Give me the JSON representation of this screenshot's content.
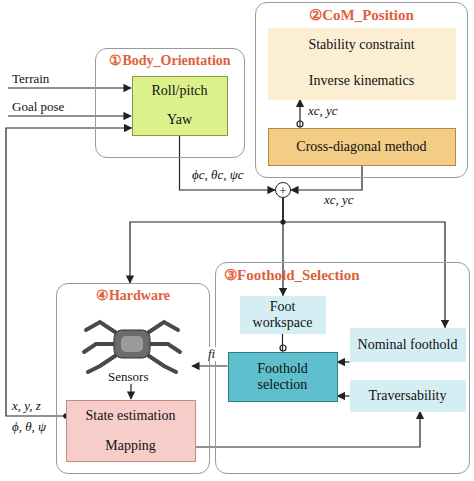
{
  "diagram": {
    "nodes": [
      {
        "text": [
          "②CoM_Position"
        ]
      },
      {
        "text": [
          "Stability constraint"
        ],
        "in": 0
      },
      {
        "text": [
          "Inverse kinematics"
        ],
        "in": 0
      },
      {
        "text": [
          "Cross-diagonal method"
        ],
        "in": 0
      },
      {
        "text": [
          "①Body_Orientation"
        ]
      },
      {
        "text": [
          "Roll/pitch"
        ],
        "in": 4
      },
      {
        "text": [
          "Yaw"
        ],
        "in": 4
      },
      {
        "text": [
          "+"
        ]
      },
      {
        "text": [
          "③Foothold_Selection"
        ]
      },
      {
        "text": [
          "Foot workspace"
        ],
        "in": 8
      },
      {
        "text": [
          "Nominal foothold"
        ],
        "in": 8
      },
      {
        "text": [
          "Foothold selection"
        ],
        "in": 8
      },
      {
        "text": [
          "Traversability"
        ],
        "in": 8
      },
      {
        "text": [
          "④Hardware"
        ]
      },
      {
        "text": [
          "State estimation"
        ],
        "in": 13
      },
      {
        "text": [
          "Mapping"
        ],
        "in": 13
      }
    ],
    "edges": [
      {
        "from": 3,
        "to": 2,
        "label": "xc, yc",
        "arrow": "to"
      },
      {
        "from": 3,
        "to": 7,
        "label": "xc, yc",
        "arrow": "to"
      },
      {
        "from": 6,
        "to": 7,
        "label": "ϕc, θc, ψc",
        "arrow": "to"
      },
      {
        "from": 7,
        "to": 9,
        "arrow": "to"
      },
      {
        "from": 7,
        "to": 13,
        "arrow": "to"
      },
      {
        "from": 7,
        "to": 10,
        "arrow": "to"
      },
      {
        "from": 9,
        "to": 11,
        "arrow": "none"
      },
      {
        "from": 10,
        "to": 11,
        "arrow": "to"
      },
      {
        "from": 12,
        "to": 11,
        "arrow": "to"
      },
      {
        "from": 11,
        "to": 13,
        "label": "fi",
        "arrow": "to"
      },
      {
        "from": 15,
        "to": 12,
        "arrow": "to"
      },
      {
        "from": 14,
        "to": 6,
        "arrow": "to"
      }
    ],
    "labels": [
      "Terrain",
      "Goal pose",
      "Sensors",
      "x, y, z",
      "ϕ, θ, ψ"
    ]
  }
}
